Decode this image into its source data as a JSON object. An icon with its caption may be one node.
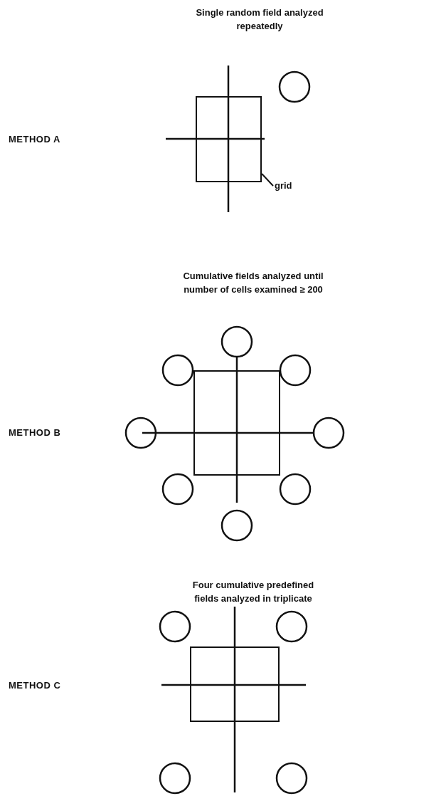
{
  "diagram": {
    "nodes": [
      {
        "text": [],
        "shape": "box"
      },
      {
        "text": [
          "grid"
        ]
      },
      {
        "text": [],
        "shape": "box"
      },
      {
        "text": [],
        "shape": "box"
      }
    ],
    "edges": [
      {
        "from": 1,
        "to": 0,
        "arrow": "none"
      }
    ],
    "labels": [
      "Single random field analyzed repeatedly",
      "METHOD A",
      "Cumulative fields analyzed until number of cells examined ≥ 200",
      "METHOD B",
      "Four cumulative predefined fields analyzed in triplicate",
      "METHOD C"
    ]
  }
}
